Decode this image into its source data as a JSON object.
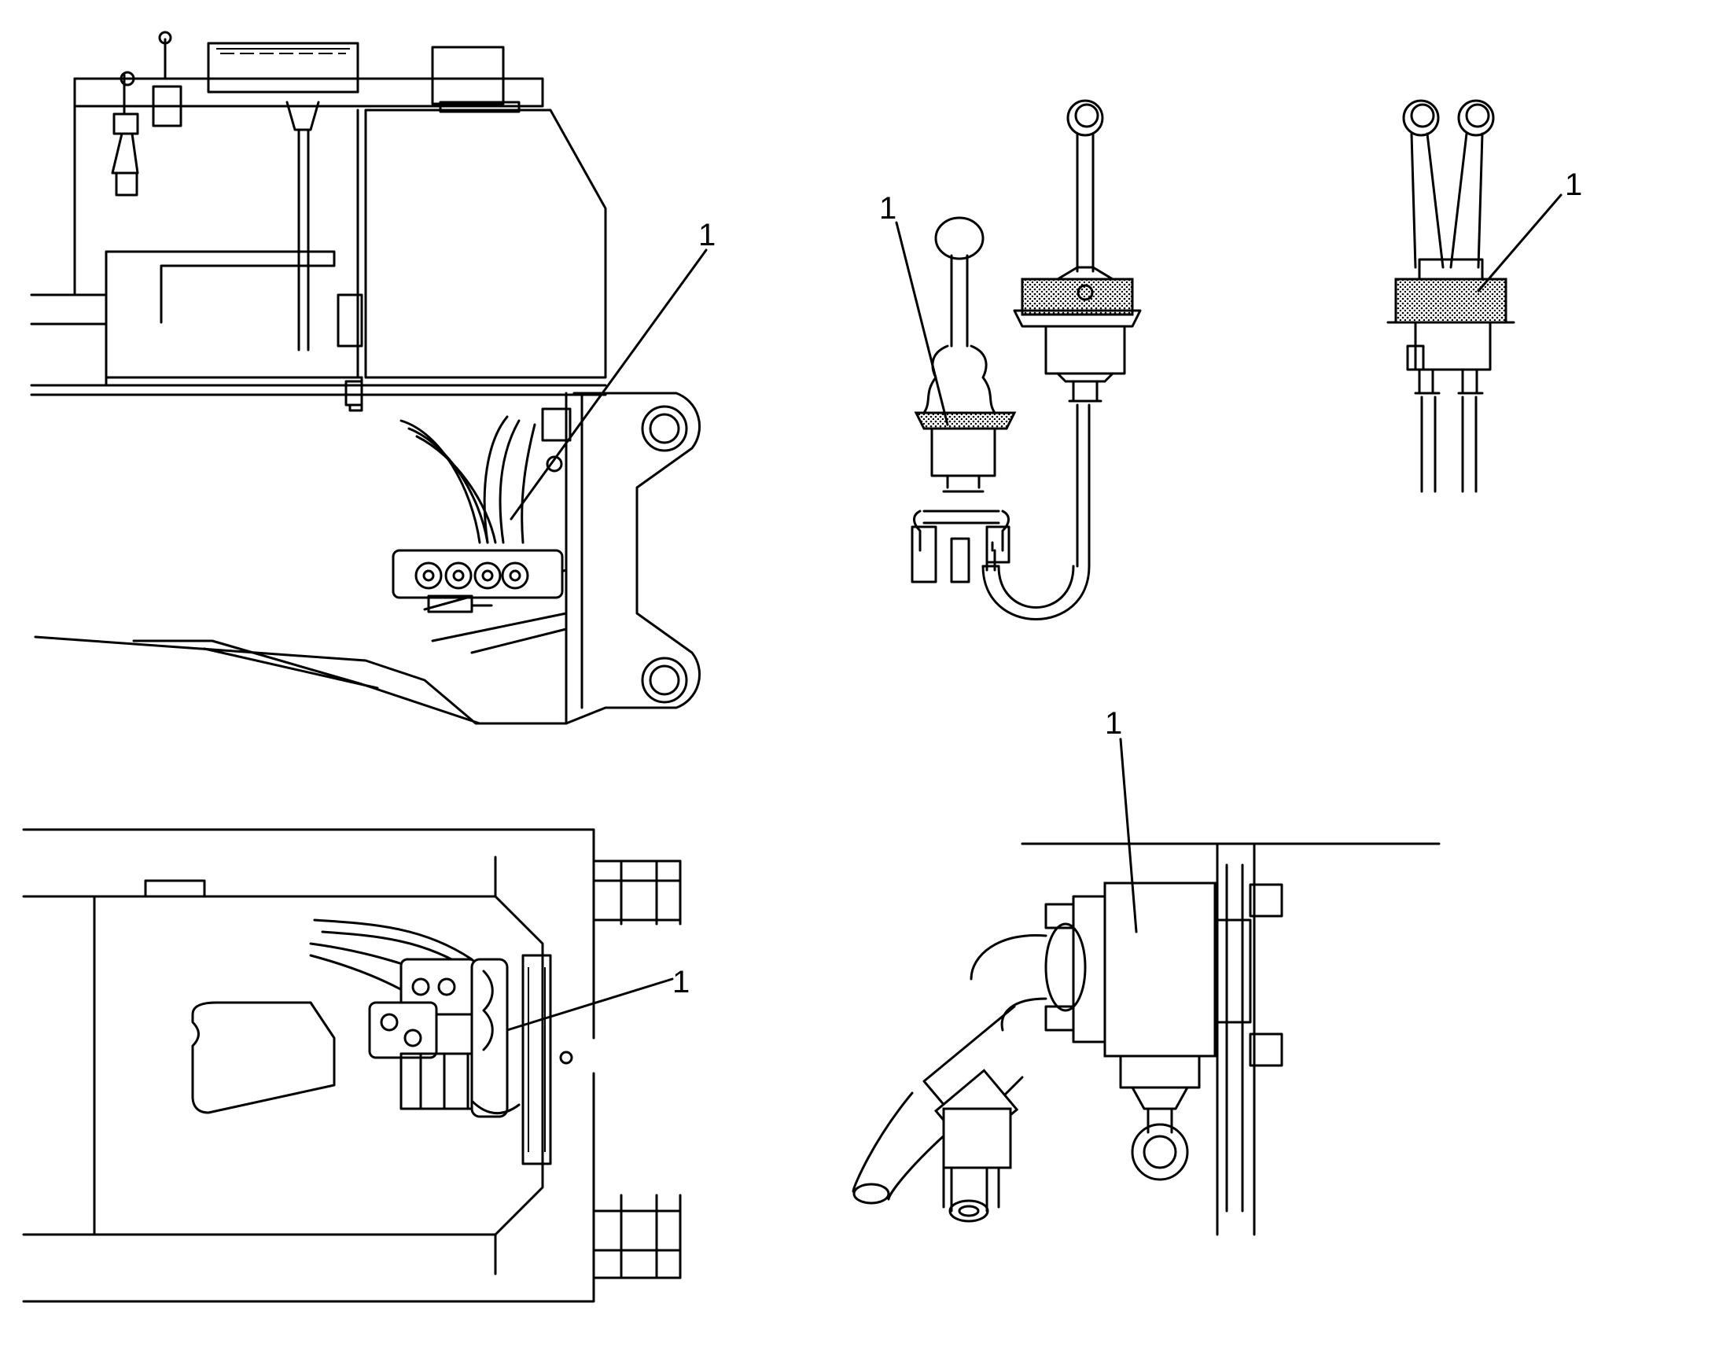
{
  "callouts": {
    "top_left": "1",
    "top_middle": "1",
    "top_right": "1",
    "bottom_left": "1",
    "bottom_right": "1"
  },
  "icons": {
    "top_left": "machine-side-view-with-control-valve",
    "top_middle": "joystick-and-single-lever-assembly",
    "top_right": "twin-lever-control-assembly",
    "bottom_left": "frame-top-view-with-valve-bank",
    "bottom_right": "valve-detail-with-hose-elbows"
  }
}
